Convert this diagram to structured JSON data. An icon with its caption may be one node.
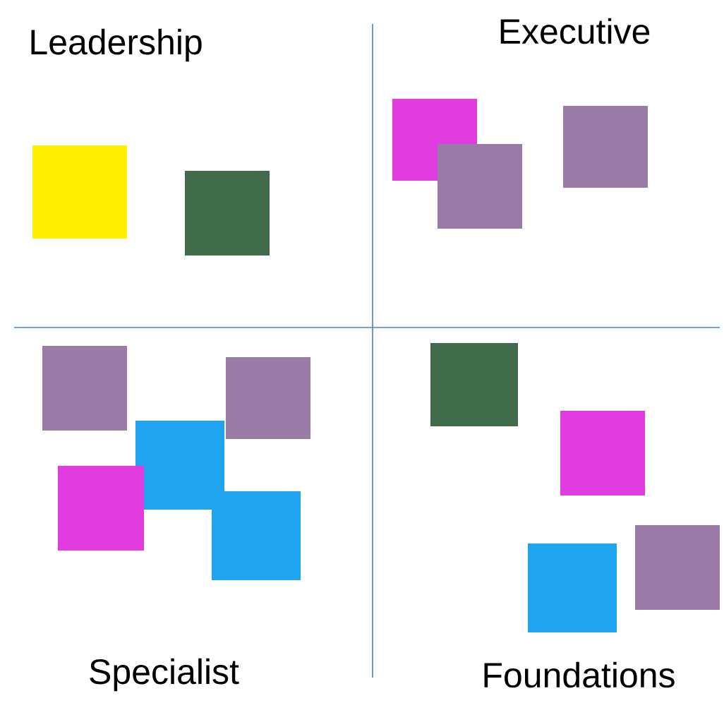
{
  "diagram": {
    "labels": [
      "Leadership",
      "Executive",
      "Specialist",
      "Foundations"
    ]
  }
}
